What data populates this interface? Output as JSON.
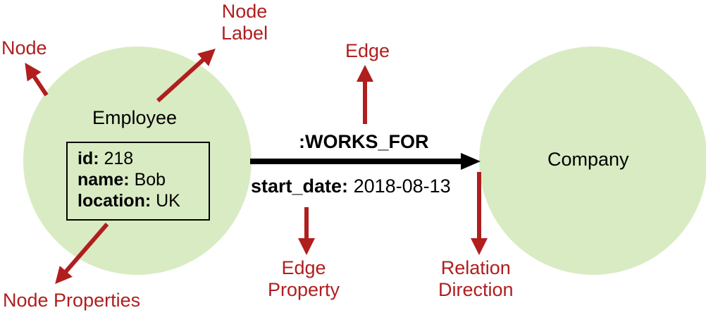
{
  "nodes": {
    "employee": {
      "label": "Employee",
      "properties": [
        {
          "key": "id:",
          "value": "218"
        },
        {
          "key": "name:",
          "value": "Bob"
        },
        {
          "key": "location:",
          "value": "UK"
        }
      ]
    },
    "company": {
      "label": "Company"
    }
  },
  "edge": {
    "type": ":WORKS_FOR",
    "property": {
      "key": "start_date:",
      "value": "2018-08-13"
    }
  },
  "annotations": {
    "node": "Node",
    "node_label_line1": "Node",
    "node_label_line2": "Label",
    "edge": "Edge",
    "node_properties": "Node Properties",
    "edge_property_line1": "Edge",
    "edge_property_line2": "Property",
    "relation_direction_line1": "Relation",
    "relation_direction_line2": "Direction"
  },
  "colors": {
    "node_fill": "#d9ebc3",
    "annotation": "#b01e1e",
    "edge": "#000000"
  }
}
